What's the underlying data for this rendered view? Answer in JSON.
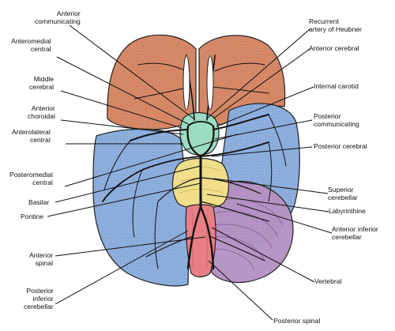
{
  "colors": {
    "frontal": "#d98a68",
    "temporal": "#8fb1e0",
    "cerebellum": "#b795c5",
    "pons": "#f1de8a",
    "medulla": "#e97f86",
    "chiasm": "#9bdcc2",
    "vessel": "#111111"
  },
  "labels_left": {
    "anterior_communicating": [
      "Anterior",
      "communicating"
    ],
    "anteromedial_central": [
      "Anteromedial",
      "central"
    ],
    "middle_cerebral": [
      "Middle",
      "cerebral"
    ],
    "anterior_choroidal": [
      "Anterior",
      "choroidal"
    ],
    "anterolateral_central": [
      "Anterolateral",
      "central"
    ],
    "posteromedial_central": [
      "Posteromedial",
      "central"
    ],
    "basilar": [
      "Basilar"
    ],
    "pontine": [
      "Pontine"
    ],
    "anterior_spinal": [
      "Anterior",
      "spinal"
    ],
    "posterior_inferior_cerebellar": [
      "Posterior",
      "inferior",
      "cerebellar"
    ]
  },
  "labels_right": {
    "recurrent_artery_heubner": [
      "Recurrent",
      "artery of Heubner"
    ],
    "anterior_cerebral": [
      "Anterior cerebral"
    ],
    "internal_carotid": [
      "Internal carotid"
    ],
    "posterior_communicating": [
      "Posterior",
      "communicating"
    ],
    "posterior_cerebral": [
      "Posterior cerebral"
    ],
    "superior_cerebellar": [
      "Superior",
      "cerebellar"
    ],
    "labyrinthine": [
      "Labyrinthine"
    ],
    "anterior_inferior_cerebellar": [
      "Anterior inferior",
      "cerebellar"
    ],
    "vertebral": [
      "Vertebral"
    ],
    "posterior_spinal": [
      "Posterior spinal"
    ]
  }
}
